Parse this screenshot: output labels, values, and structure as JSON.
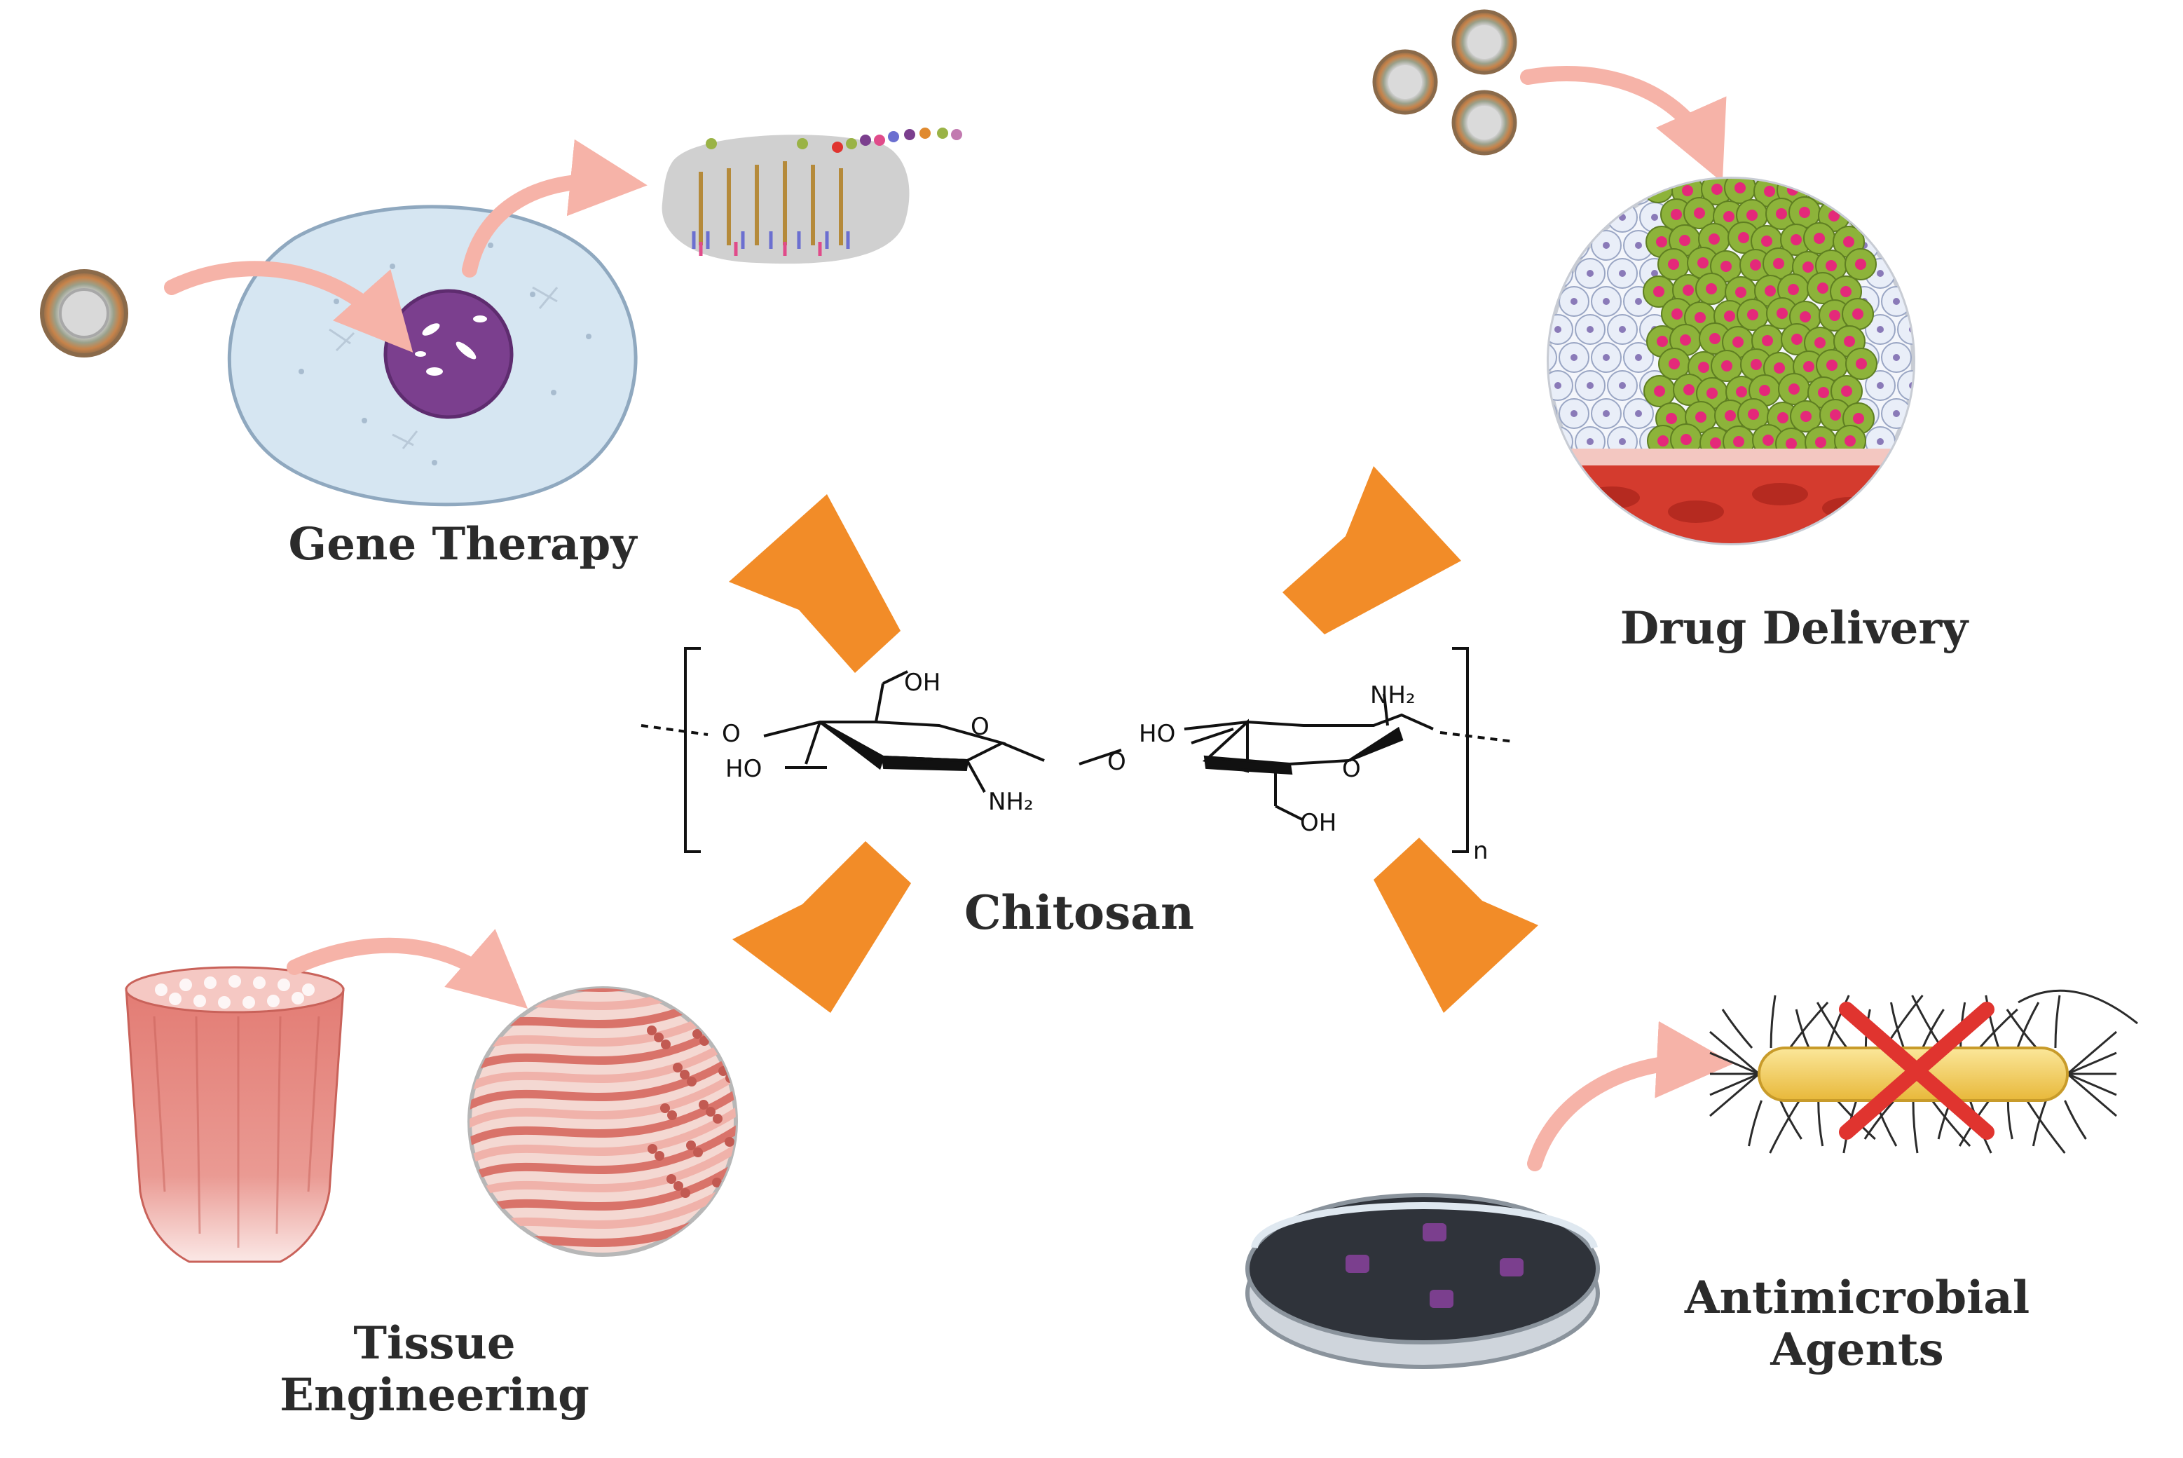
{
  "diagram": {
    "center": {
      "label": "Chitosan",
      "repeat_subscript": "n",
      "groups": {
        "oh_top": "OH",
        "nh2_top": "NH₂",
        "o_left": "O",
        "o_ring_left": "O",
        "o_link": "O",
        "o_ring_right": "O",
        "ho_left": "HO",
        "ho_right": "HO",
        "nh2_bottom": "NH₂",
        "oh_bottom": "OH"
      }
    },
    "applications": [
      {
        "label": "Gene Therapy"
      },
      {
        "label": "Drug Delivery"
      },
      {
        "label_lines": [
          "Tissue",
          "Engineering"
        ]
      },
      {
        "label_lines": [
          "Antimicrobial",
          "Agents"
        ]
      }
    ],
    "colors": {
      "arrow_main": "#F28C28",
      "arrow_curve": "#F6B3A8",
      "cell": "#D6E6F2",
      "nucleus": "#7B3F8E",
      "tumor": "#8DB33A",
      "tumor_dot": "#E4297A",
      "vessel": "#D43B2E",
      "muscle": "#E07A72",
      "bacterium": "#F2D35B",
      "cross": "#E0342F",
      "petri_agar": "#2F333A"
    }
  }
}
